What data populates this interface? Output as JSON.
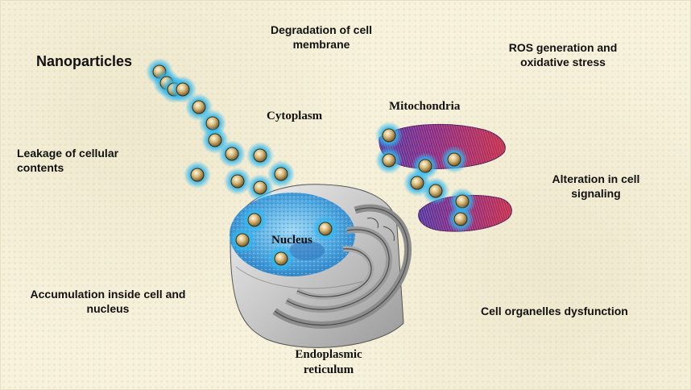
{
  "labels": {
    "nanoparticles": "Nanoparticles",
    "degradation_line1": "Degradation of cell",
    "degradation_line2": "membrane",
    "ros_line1": "ROS generation and",
    "ros_line2": "oxidative stress",
    "cytoplasm": "Cytoplasm",
    "mitochondria": "Mitochondria",
    "leakage_line1": "Leakage of cellular",
    "leakage_line2": "contents",
    "alteration_line1": "Alteration in cell",
    "alteration_line2": "signaling",
    "nucleus": "Nucleus",
    "accumulation_line1": "Accumulation inside cell and",
    "accumulation_line2": "nucleus",
    "dysfunction": "Cell organelles dysfunction",
    "er_line1": "Endoplasmic",
    "er_line2": "reticulum"
  },
  "colors": {
    "particle_glow": "#2fb8f0",
    "particle_core": "#c9a866",
    "nucleus_blue": "#5fb7e8",
    "mito_purple": "#7a2f8f",
    "mito_red": "#c2324a",
    "er_gray": "#6e6e6e",
    "background": "#f7f2dc"
  }
}
